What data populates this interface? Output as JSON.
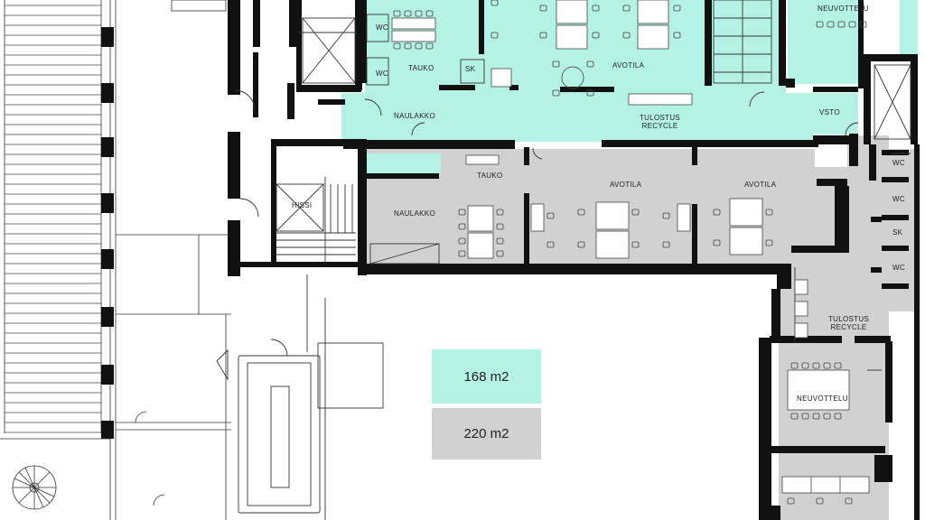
{
  "rooms": {
    "neuvottelu_top": "NEUVOTTELU",
    "wc_1": "WC",
    "wc_2": "WC",
    "tauko_top": "TAUKO",
    "sk_top": "SK",
    "avotila_top": "AVOTILA",
    "naulakko_top": "NAULAKKO",
    "tulostus_top": "TULOSTUS",
    "recycle_top": "RECYCLE",
    "vsto": "VSTO",
    "hissi": "HISSI",
    "tauko_mid": "TAUKO",
    "naulakko_mid": "NAULAKKO",
    "avotila_mid1": "AVOTILA",
    "avotila_mid2": "AVOTILA",
    "wc_r1": "WC",
    "wc_r2": "WC",
    "sk_r": "SK",
    "wc_r3": "WC",
    "tulostus_r": "TULOSTUS",
    "recycle_r": "RECYCLE",
    "neuvottelu_r": "NEUVOTTELU"
  },
  "legend": {
    "teal_area": "168 m2",
    "grey_area": "220 m2",
    "teal_color": "#b4f2e6",
    "grey_color": "#d1d1d1"
  }
}
